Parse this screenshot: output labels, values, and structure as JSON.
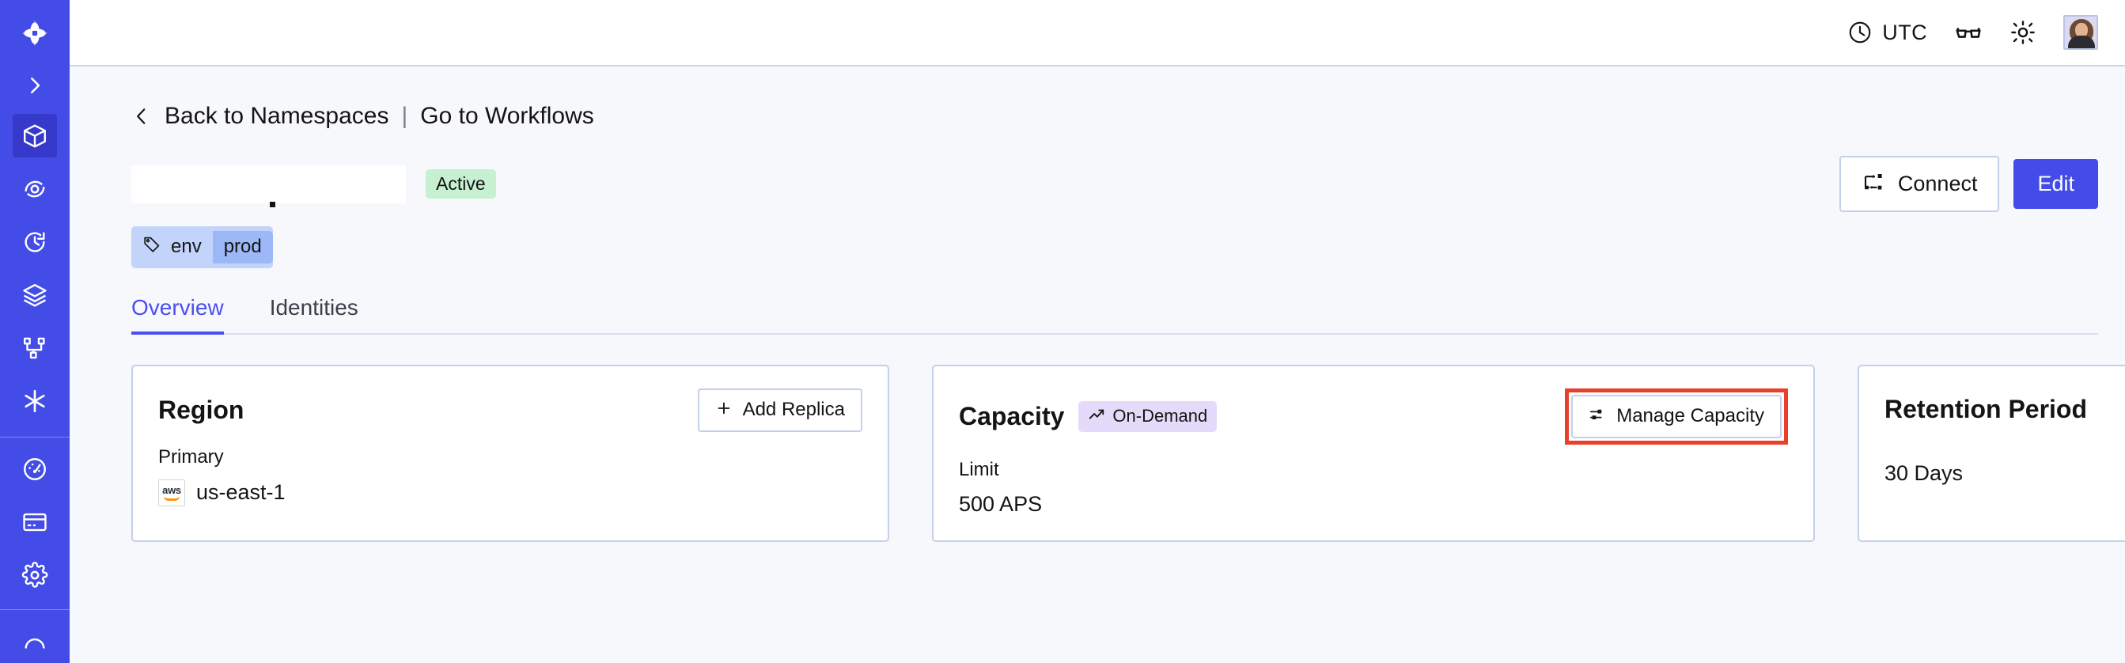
{
  "sidebar": {
    "brand_color": "#444ce7",
    "logo_icon": "temporal-logo-icon",
    "expand_label": "Expand navigation",
    "items": [
      {
        "id": "namespaces",
        "icon": "cube-icon",
        "label": "Namespaces",
        "active": true
      },
      {
        "id": "observability",
        "icon": "eye-icon",
        "label": "Observability",
        "active": false
      },
      {
        "id": "history",
        "icon": "history-clock-icon",
        "label": "History",
        "active": false
      },
      {
        "id": "schedules",
        "icon": "layers-icon",
        "label": "Schedules",
        "active": false
      },
      {
        "id": "workflows",
        "icon": "branch-icon",
        "label": "Workflows",
        "active": false
      },
      {
        "id": "nexus",
        "icon": "asterisk-icon",
        "label": "Nexus",
        "active": false
      }
    ],
    "bottom_items": [
      {
        "id": "usage",
        "icon": "gauge-icon",
        "label": "Usage"
      },
      {
        "id": "billing",
        "icon": "credit-card-icon",
        "label": "Billing"
      },
      {
        "id": "settings",
        "icon": "gear-icon",
        "label": "Settings"
      }
    ]
  },
  "topbar": {
    "timezone": "UTC",
    "timezone_icon": "clock-icon",
    "glasses_icon": "glasses-icon",
    "theme_icon": "sun-icon",
    "avatar_icon": "user-avatar"
  },
  "breadcrumb": {
    "back_icon": "chevron-left-icon",
    "back_label": "Back to Namespaces",
    "divider": "|",
    "forward_label": "Go to Workflows"
  },
  "header": {
    "title": "",
    "status": "Active",
    "status_color": "#c6f0d0",
    "tag": {
      "icon": "tag-icon",
      "key": "env",
      "value": "prod"
    },
    "connect_label": "Connect",
    "connect_icon": "connect-icon",
    "edit_label": "Edit",
    "edit_color": "#444ce7"
  },
  "tabs": [
    {
      "id": "overview",
      "label": "Overview",
      "active": true
    },
    {
      "id": "identities",
      "label": "Identities",
      "active": false
    }
  ],
  "cards": {
    "region": {
      "title": "Region",
      "action_label": "Add Replica",
      "action_icon": "plus-icon",
      "label": "Primary",
      "provider_icon": "aws-logo",
      "provider_text": "aws",
      "value": "us-east-1"
    },
    "capacity": {
      "title": "Capacity",
      "badge_label": "On-Demand",
      "badge_icon": "trending-up-icon",
      "badge_color": "#e4dbfa",
      "action_label": "Manage Capacity",
      "action_icon": "sliders-icon",
      "action_highlighted": true,
      "highlight_color": "#e8402a",
      "label": "Limit",
      "value": "500 APS"
    },
    "retention": {
      "title": "Retention Period",
      "value": "30 Days"
    }
  }
}
